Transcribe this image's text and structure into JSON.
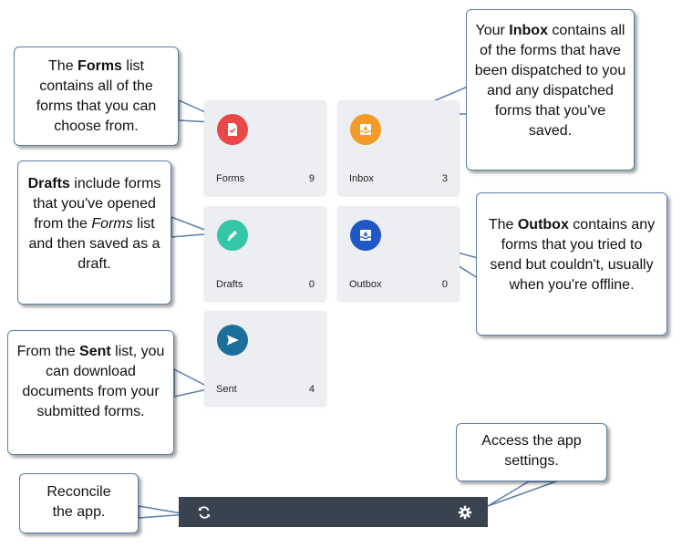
{
  "tiles": [
    {
      "label": "Forms",
      "count": "9",
      "icon": "forms-icon",
      "color": "#e94848"
    },
    {
      "label": "Inbox",
      "count": "3",
      "icon": "inbox-icon",
      "color": "#f39a28"
    },
    {
      "label": "Drafts",
      "count": "0",
      "icon": "pencil-icon",
      "color": "#35c6a8"
    },
    {
      "label": "Outbox",
      "count": "0",
      "icon": "outbox-icon",
      "color": "#1f57c8"
    },
    {
      "label": "Sent",
      "count": "4",
      "icon": "send-icon",
      "color": "#1d6e9b"
    }
  ],
  "callouts": {
    "forms": {
      "pre": "The ",
      "bold": "Forms",
      "post": " list contains all of the forms that you can choose from."
    },
    "inbox": {
      "pre": "Your ",
      "bold": "Inbox",
      "post": " contains all of the forms that have been dispatched to you and any dispatched forms that you've saved."
    },
    "drafts": {
      "bold": "Drafts",
      "mid": " include forms that you've opened from the ",
      "italic": "Forms",
      "post": " list and then saved as a draft."
    },
    "outbox": {
      "pre": "The ",
      "bold": "Outbox",
      "post": " contains any forms that you tried to send but couldn't, usually when you're offline."
    },
    "sent": {
      "pre": "From the ",
      "bold": "Sent",
      "post": " list, you can download documents from your submitted forms."
    },
    "settings": {
      "text": "Access the app settings."
    },
    "reconcile": {
      "text": "Reconcile the app."
    }
  },
  "toolbar": {
    "reconcile_icon": "sync-icon",
    "settings_icon": "gear-icon",
    "bg_color": "#39434f"
  }
}
